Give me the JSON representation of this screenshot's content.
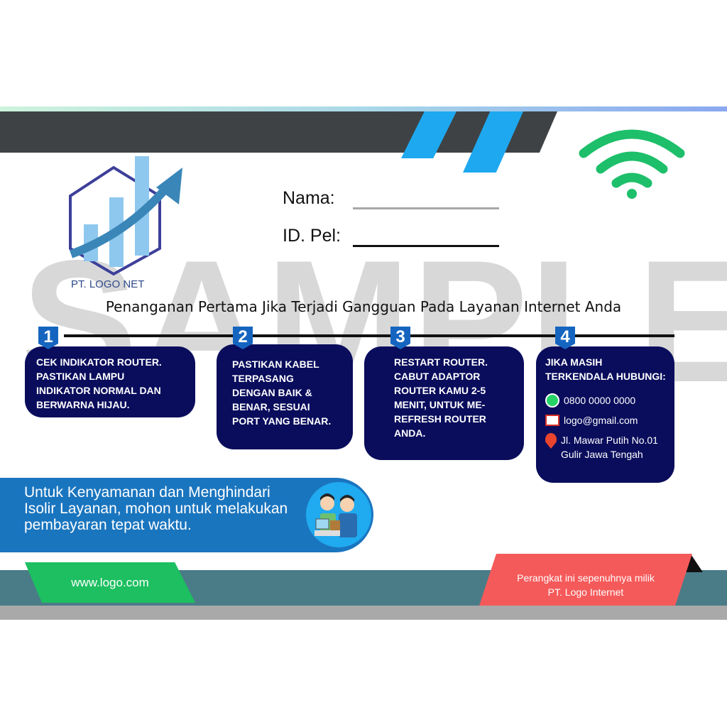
{
  "watermark": "SAMPLE",
  "company": "PT. LOGO NET",
  "form": {
    "name_label": "Nama:",
    "id_label": "ID. Pel:"
  },
  "title": "Penanganan Pertama Jika Terjadi Gangguan Pada Layanan Internet Anda",
  "steps": [
    {
      "number": "1",
      "lines": [
        "CEK INDIKATOR ROUTER.",
        "PASTIKAN LAMPU",
        "INDIKATOR NORMAL DAN",
        "BERWARNA HIJAU."
      ]
    },
    {
      "number": "2",
      "lines": [
        "PASTIKAN KABEL",
        "TERPASANG",
        "DENGAN BAIK &",
        "BENAR, SESUAI",
        "PORT YANG BENAR."
      ]
    },
    {
      "number": "3",
      "lines": [
        "RESTART ROUTER.",
        "CABUT ADAPTOR",
        "ROUTER KAMU 2-5",
        "MENIT, UNTUK ME-",
        "REFRESH ROUTER",
        "ANDA."
      ]
    },
    {
      "number": "4",
      "lines": [
        "JIKA MASIH",
        "TERKENDALA HUBUNGI:"
      ]
    }
  ],
  "contact": {
    "phone": "0800 0000 0000",
    "email": "logo@gmail.com",
    "address_1": "Jl. Mawar Putih No.01",
    "address_2": "Gulir Jawa Tengah"
  },
  "banner": "Untuk Kenyamanan dan Menghindari Isolir Layanan, mohon untuk melakukan pembayaran tepat waktu.",
  "website": "www.logo.com",
  "ownership": {
    "line1": "Perangkat ini sepenuhnya milik",
    "line2": "PT. Logo Internet"
  },
  "colors": {
    "navy": "#0a0d5c",
    "green": "#1dbf60",
    "red": "#f55a5a",
    "blue": "#1a75bf",
    "wifi": "#1dbf6a"
  }
}
